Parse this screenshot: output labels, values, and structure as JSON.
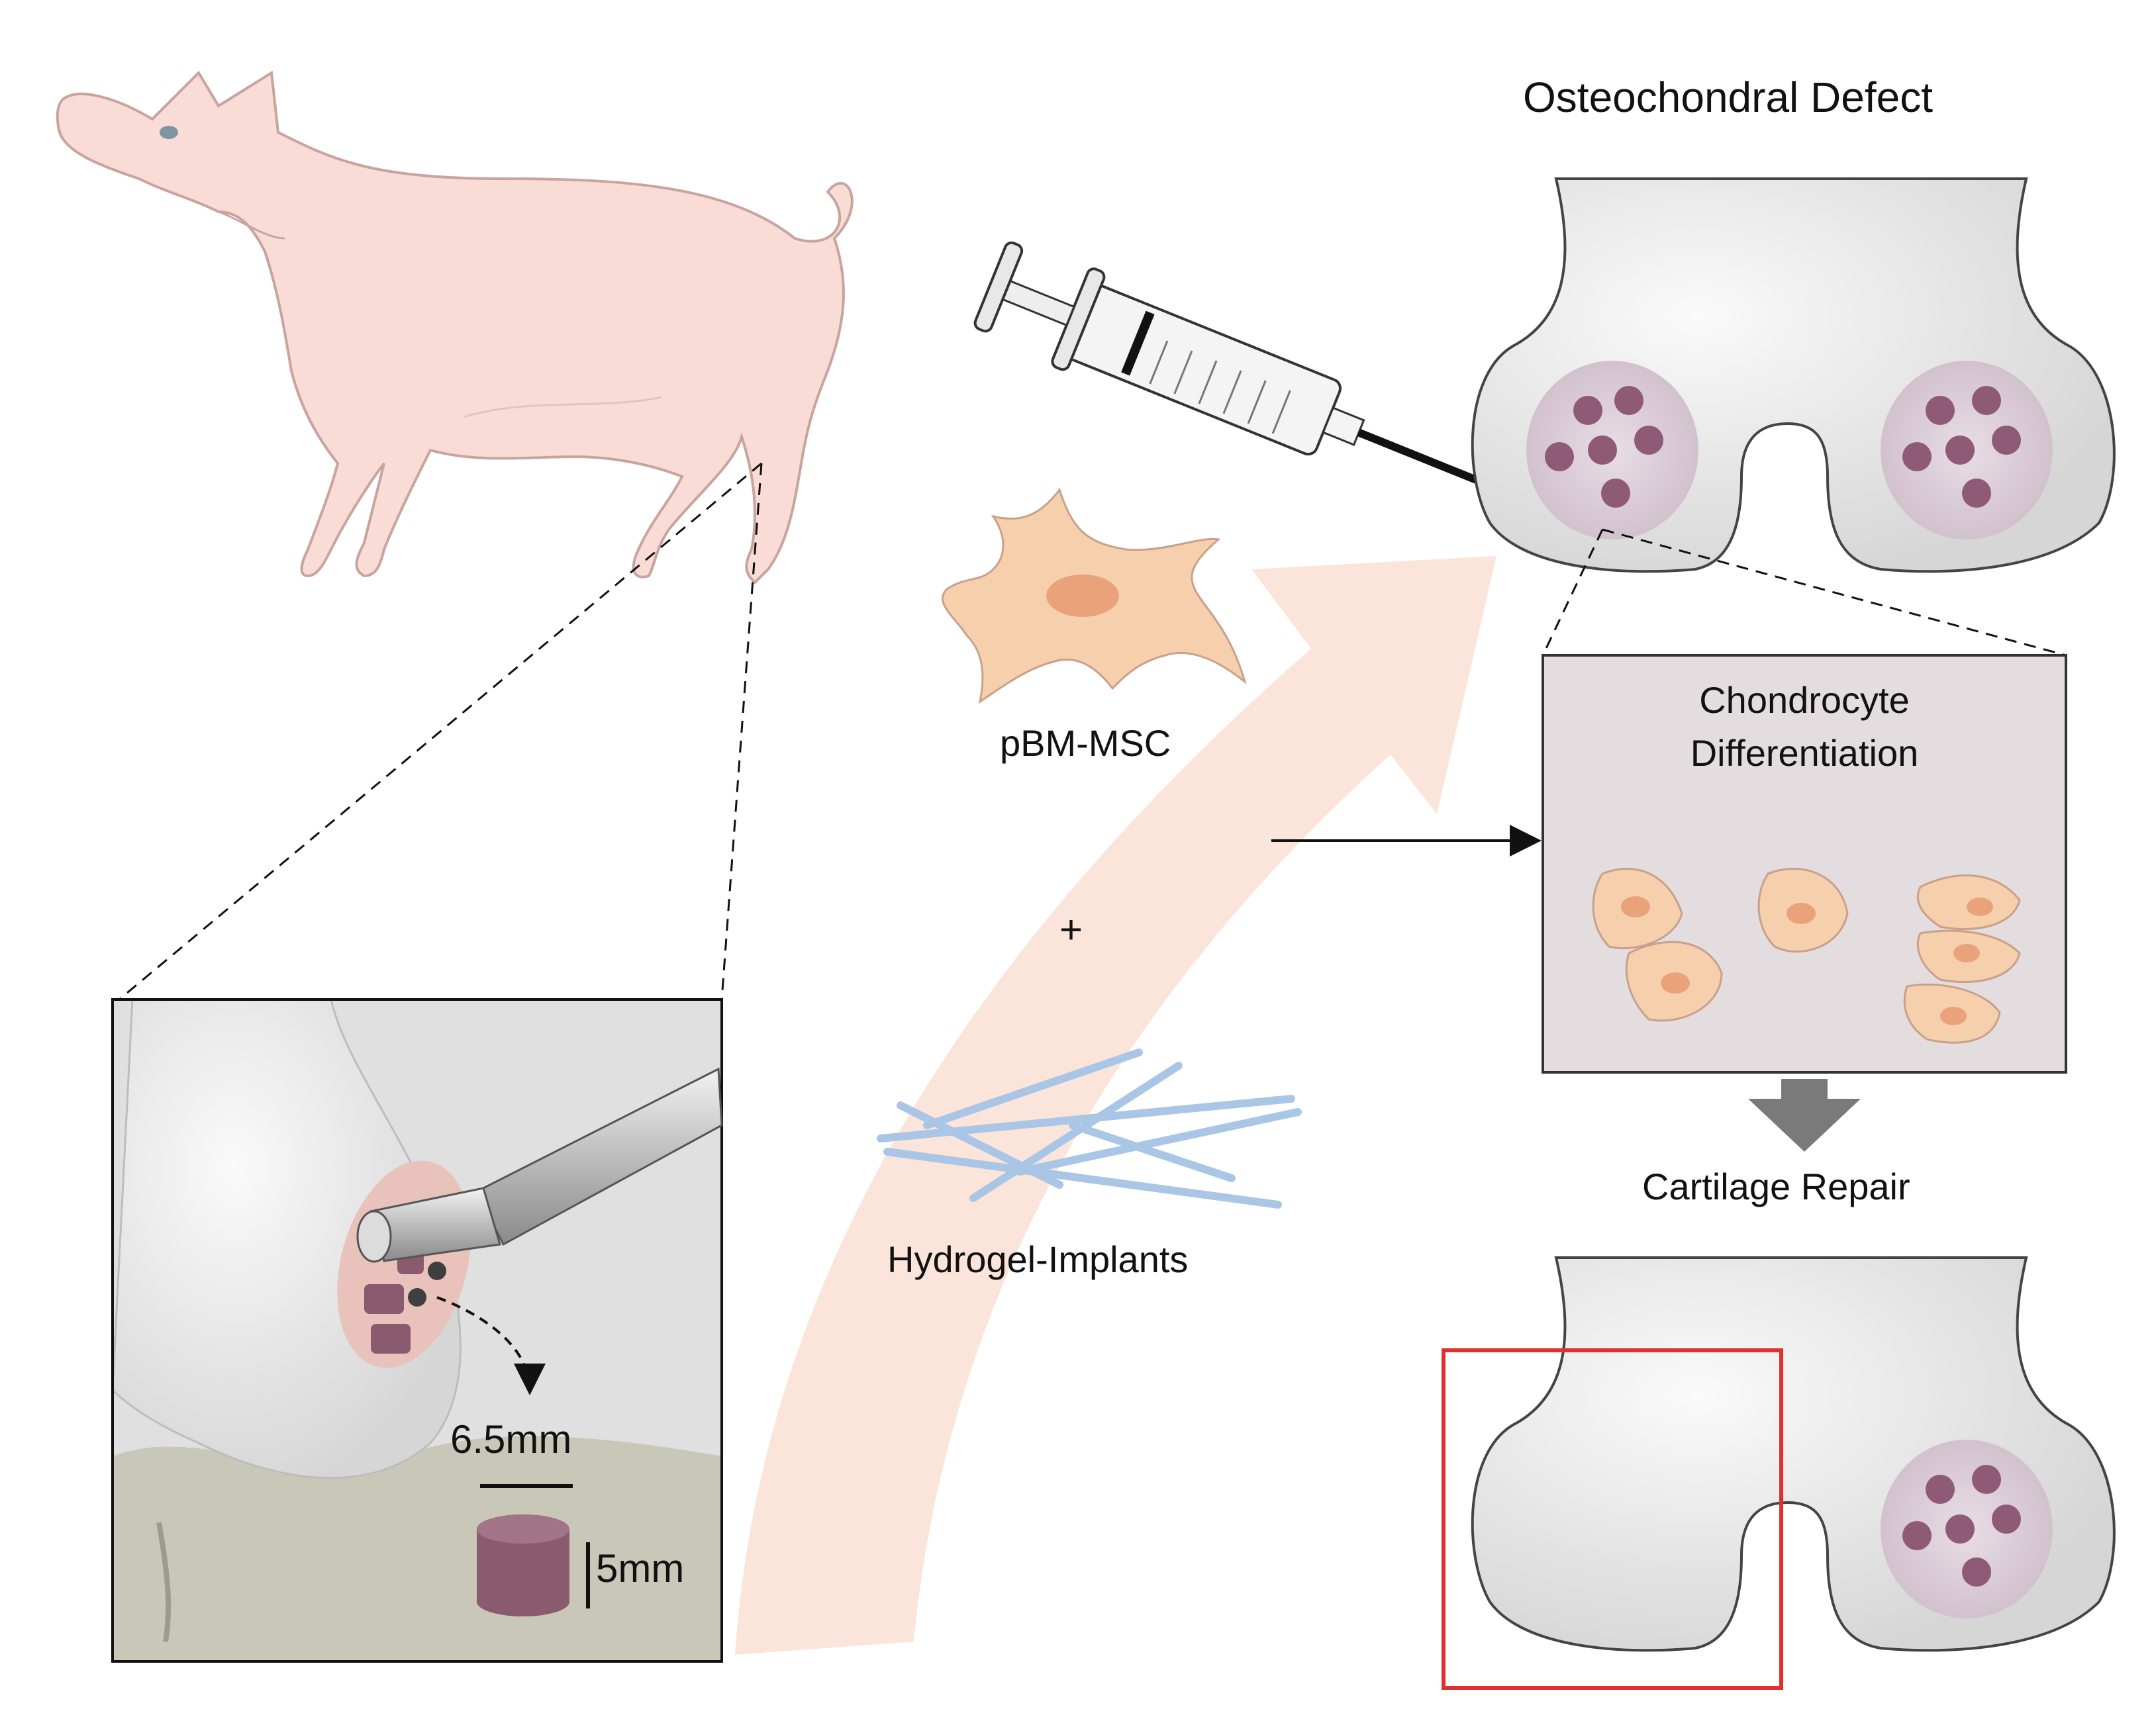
{
  "labels": {
    "osteochondral_defect": "Osteochondral Defect",
    "chondrocyte_line1": "Chondrocyte",
    "chondrocyte_line2": "Differentiation",
    "cartilage_repair": "Cartilage Repair",
    "pbm_msc": "pBM-MSC",
    "plus": "+",
    "hydrogel_implants": "Hydrogel-Implants",
    "diameter": "6.5mm",
    "depth": "5mm"
  },
  "colors": {
    "pig_fill": "#f9dcd6",
    "bone_fill": "#e9e9e9",
    "defect_fill": "#dccfd8",
    "defect_dot": "#8e5a76",
    "cell_fill": "#f6cfad",
    "nucleus": "#eaa27a",
    "fiber": "#a9c6e6",
    "big_arrow": "#fbe4d8",
    "box_fill": "#e4dde0",
    "down_arrow": "#7a7a7a",
    "highlight": "#e0322d",
    "implant": "#8a5a6e"
  },
  "icons": [
    "pig-icon",
    "syringe-icon",
    "msc-cell-icon",
    "hydrogel-fiber-icon",
    "chondrocyte-icon",
    "biopsy-punch-icon"
  ]
}
